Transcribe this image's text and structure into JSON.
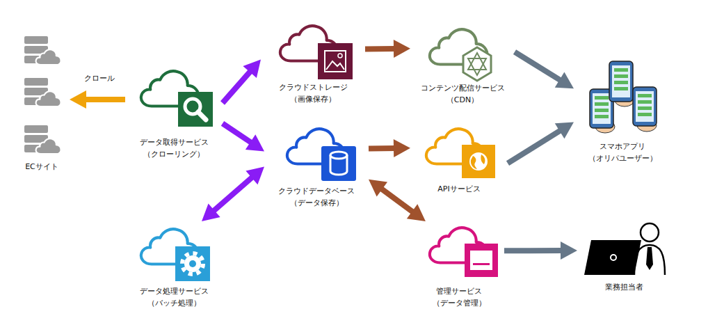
{
  "diagram": {
    "nodes": [
      {
        "text": [
          "ECサイト"
        ]
      },
      {
        "text": [
          "データ取得サービス （クローリング）"
        ]
      },
      {
        "text": [
          "クラウドストレージ （画像保存）"
        ]
      },
      {
        "text": [
          "クラウドデータベース （データ保存）"
        ]
      },
      {
        "text": [
          "データ処理サービス （バッチ処理）"
        ]
      },
      {
        "text": [
          "コンテンツ配信サービス （CDN）"
        ]
      },
      {
        "text": [
          "APIサービス"
        ]
      },
      {
        "text": [
          "管理サービス （データ管理）"
        ]
      },
      {
        "text": [
          "スマホアプリ （オリパユーザー）"
        ]
      },
      {
        "text": [
          "業務担当者"
        ]
      }
    ],
    "edges": [
      {
        "from": 1,
        "to": 0,
        "label": "クロール",
        "arrow": "to"
      },
      {
        "from": 1,
        "to": 2,
        "arrow": "to"
      },
      {
        "from": 1,
        "to": 3,
        "arrow": "to"
      },
      {
        "from": 4,
        "to": 3,
        "arrow": "both"
      },
      {
        "from": 2,
        "to": 5,
        "arrow": "to"
      },
      {
        "from": 3,
        "to": 6,
        "arrow": "to"
      },
      {
        "from": 3,
        "to": 7,
        "arrow": "both"
      },
      {
        "from": 5,
        "to": 8,
        "arrow": "to"
      },
      {
        "from": 6,
        "to": 8,
        "arrow": "to"
      },
      {
        "from": 7,
        "to": 9,
        "arrow": "to"
      }
    ]
  }
}
